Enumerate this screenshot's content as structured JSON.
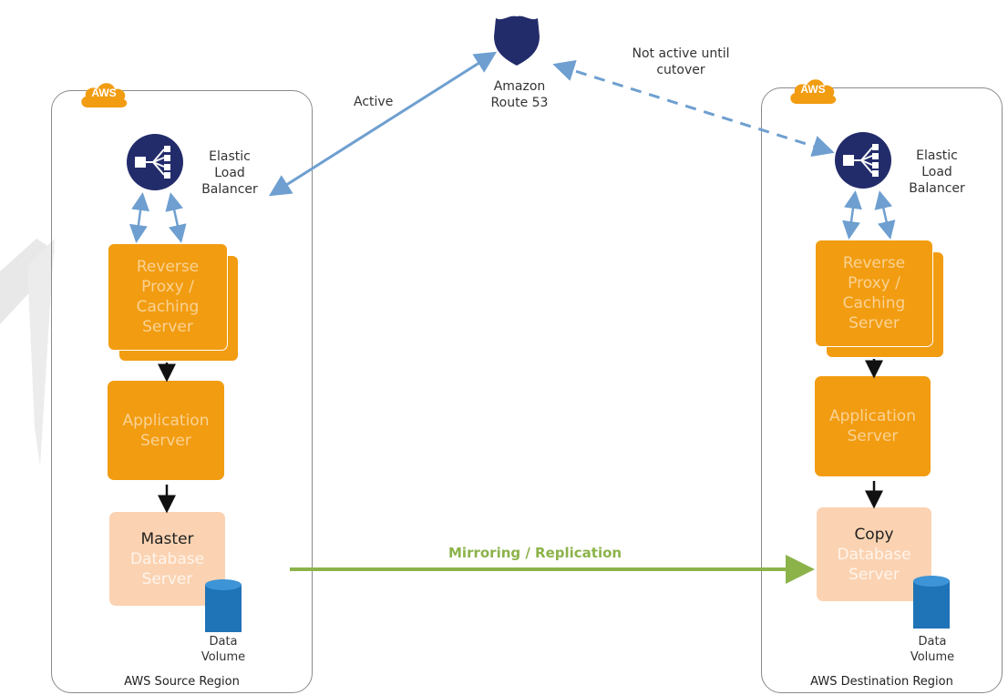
{
  "route53": {
    "label_line1": "Amazon",
    "label_line2": "Route 53"
  },
  "edges": {
    "active_label": "Active",
    "inactive_label_line1": "Not active until",
    "inactive_label_line2": "cutover",
    "mirror_label": "Mirroring /  Replication"
  },
  "colors": {
    "orange": "#f29c11",
    "peach": "#fbd3b2",
    "navy": "#232c6b",
    "blue_arrow": "#6e9fd0",
    "green_arrow": "#8cb34a",
    "volume_blue": "#1f73b7"
  },
  "source": {
    "cloud_label": "AWS",
    "region_label": "AWS Source Region",
    "elb": {
      "line1": "Elastic",
      "line2": "Load",
      "line3": "Balancer"
    },
    "proxy": {
      "line1": "Reverse",
      "line2": "Proxy /",
      "line3": "Caching",
      "line4": "Server"
    },
    "app": {
      "line1": "Application",
      "line2": "Server"
    },
    "db": {
      "title": "Master",
      "line1": "Database",
      "line2": "Server"
    },
    "volume": {
      "line1": "Data",
      "line2": "Volume"
    }
  },
  "destination": {
    "cloud_label": "AWS",
    "region_label": "AWS Destination Region",
    "elb": {
      "line1": "Elastic",
      "line2": "Load",
      "line3": "Balancer"
    },
    "proxy": {
      "line1": "Reverse",
      "line2": "Proxy /",
      "line3": "Caching",
      "line4": "Server"
    },
    "app": {
      "line1": "Application",
      "line2": "Server"
    },
    "db": {
      "title": "Copy",
      "line1": "Database",
      "line2": "Server"
    },
    "volume": {
      "line1": "Data",
      "line2": "Volume"
    }
  }
}
